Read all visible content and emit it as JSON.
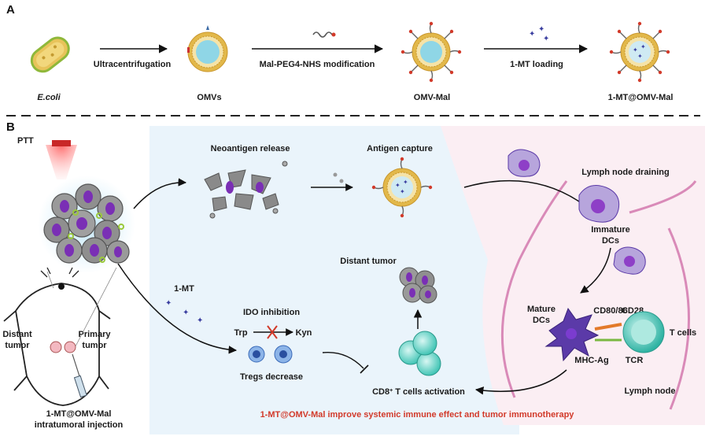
{
  "panel_a": {
    "letter": "A",
    "labels": {
      "ecoli": "E.coli",
      "omvs": "OMVs",
      "omv_mal": "OMV-Mal",
      "mt_omv_mal": "1-MT@OMV-Mal"
    },
    "steps": {
      "ultracentrifugation": "Ultracentrifugation",
      "modification": "Mal-PEG4-NHS modification",
      "loading": "1-MT loading"
    }
  },
  "panel_b": {
    "letter": "B",
    "labels": {
      "ptt": "PTT",
      "neoantigen_release": "Neoantigen release",
      "antigen_capture": "Antigen capture",
      "lymph_node_draining": "Lymph node draining",
      "immature_dcs_1": "Immature",
      "immature_dcs_2": "DCs",
      "distant_tumor_top": "Distant tumor",
      "one_mt": "1-MT",
      "ido_inhibition": "IDO inhibition",
      "trp": "Trp",
      "kyn": "Kyn",
      "tregs_decrease": "Tregs decrease",
      "mature_dcs_1": "Mature",
      "mature_dcs_2": "DCs",
      "cd80_86": "CD80/86",
      "cd28": "CD28",
      "t_cells": "T cells",
      "mhc_ag": "MHC-Ag",
      "tcr": "TCR",
      "lymph_node": "Lymph node",
      "cd8_activation_prefix": "CD8",
      "cd8_activation_sup": "+",
      "cd8_activation_suffix": " T cells activation",
      "mouse_distant_1": "Distant",
      "mouse_distant_2": "tumor",
      "mouse_primary_1": "Primary",
      "mouse_primary_2": "tumor",
      "injection_1": "1-MT@OMV-Mal",
      "injection_2": "intratumoral injection"
    },
    "conclusion": "1-MT@OMV-Mal improve systemic immune effect and tumor immunotherapy"
  },
  "colors": {
    "membrane_gold": "#e2b84a",
    "cytoplasm_cyan": "#8fd6e6",
    "dc_purple": "#5b3aa8",
    "t_cell_teal": "#3fc1b0",
    "tumor_gray": "#8a8a8a",
    "nucleus_purple": "#7a2fb5",
    "lymph_pink": "#d98ab8",
    "conclusion_red": "#d23a2a",
    "bg_blue": "#eaf4fb",
    "bg_pink": "#fbeef3"
  }
}
